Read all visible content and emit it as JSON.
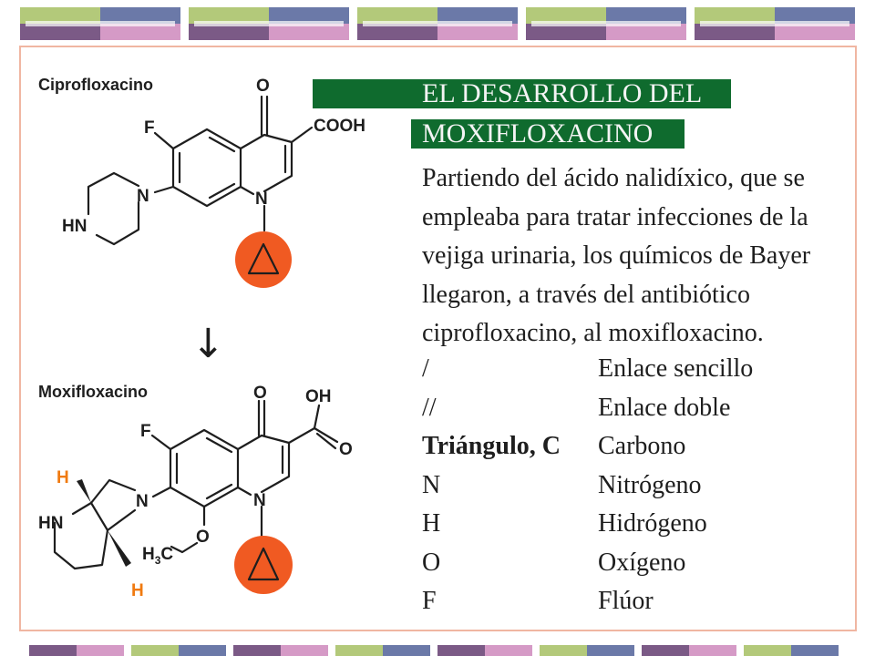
{
  "diagram": {
    "cipro_label": "Ciprofloxacino",
    "moxi_label": "Moxifloxacino",
    "atoms": {
      "O": "O",
      "F": "F",
      "N": "N",
      "HN": "HN",
      "H": "H",
      "COOH": "COOH",
      "OH": "OH",
      "H3C": "H",
      "H3C_sub": "3",
      "H3C_c": "C"
    },
    "arrow": "↓",
    "colors": {
      "cyclopropyl_fill": "#f05a22",
      "stereo_h": "#f07a10",
      "frame_border": "#f0b6a2",
      "headline_bg": "#0f6b2e"
    }
  },
  "headline": {
    "line1": "EL DESARROLLO DEL",
    "line2": "MOXIFLOXACINO"
  },
  "intro": {
    "text": "Partiendo del ácido nalidíxico, que se empleaba para tratar infecciones de la vejiga urinaria, los químicos de Bayer llegaron, a través del antibiótico ciprofloxacino, al moxifloxacino."
  },
  "legend": [
    {
      "symbol": "/",
      "meaning": "Enlace sencillo"
    },
    {
      "symbol": "//",
      "meaning": "Enlace doble"
    },
    {
      "symbol": "Triángulo, C",
      "meaning": "Carbono"
    },
    {
      "symbol": "N",
      "meaning": "Nitrógeno"
    },
    {
      "symbol": "H",
      "meaning": "Hidrógeno"
    },
    {
      "symbol": "O",
      "meaning": "Oxígeno"
    },
    {
      "symbol": "F",
      "meaning": "Flúor"
    }
  ]
}
